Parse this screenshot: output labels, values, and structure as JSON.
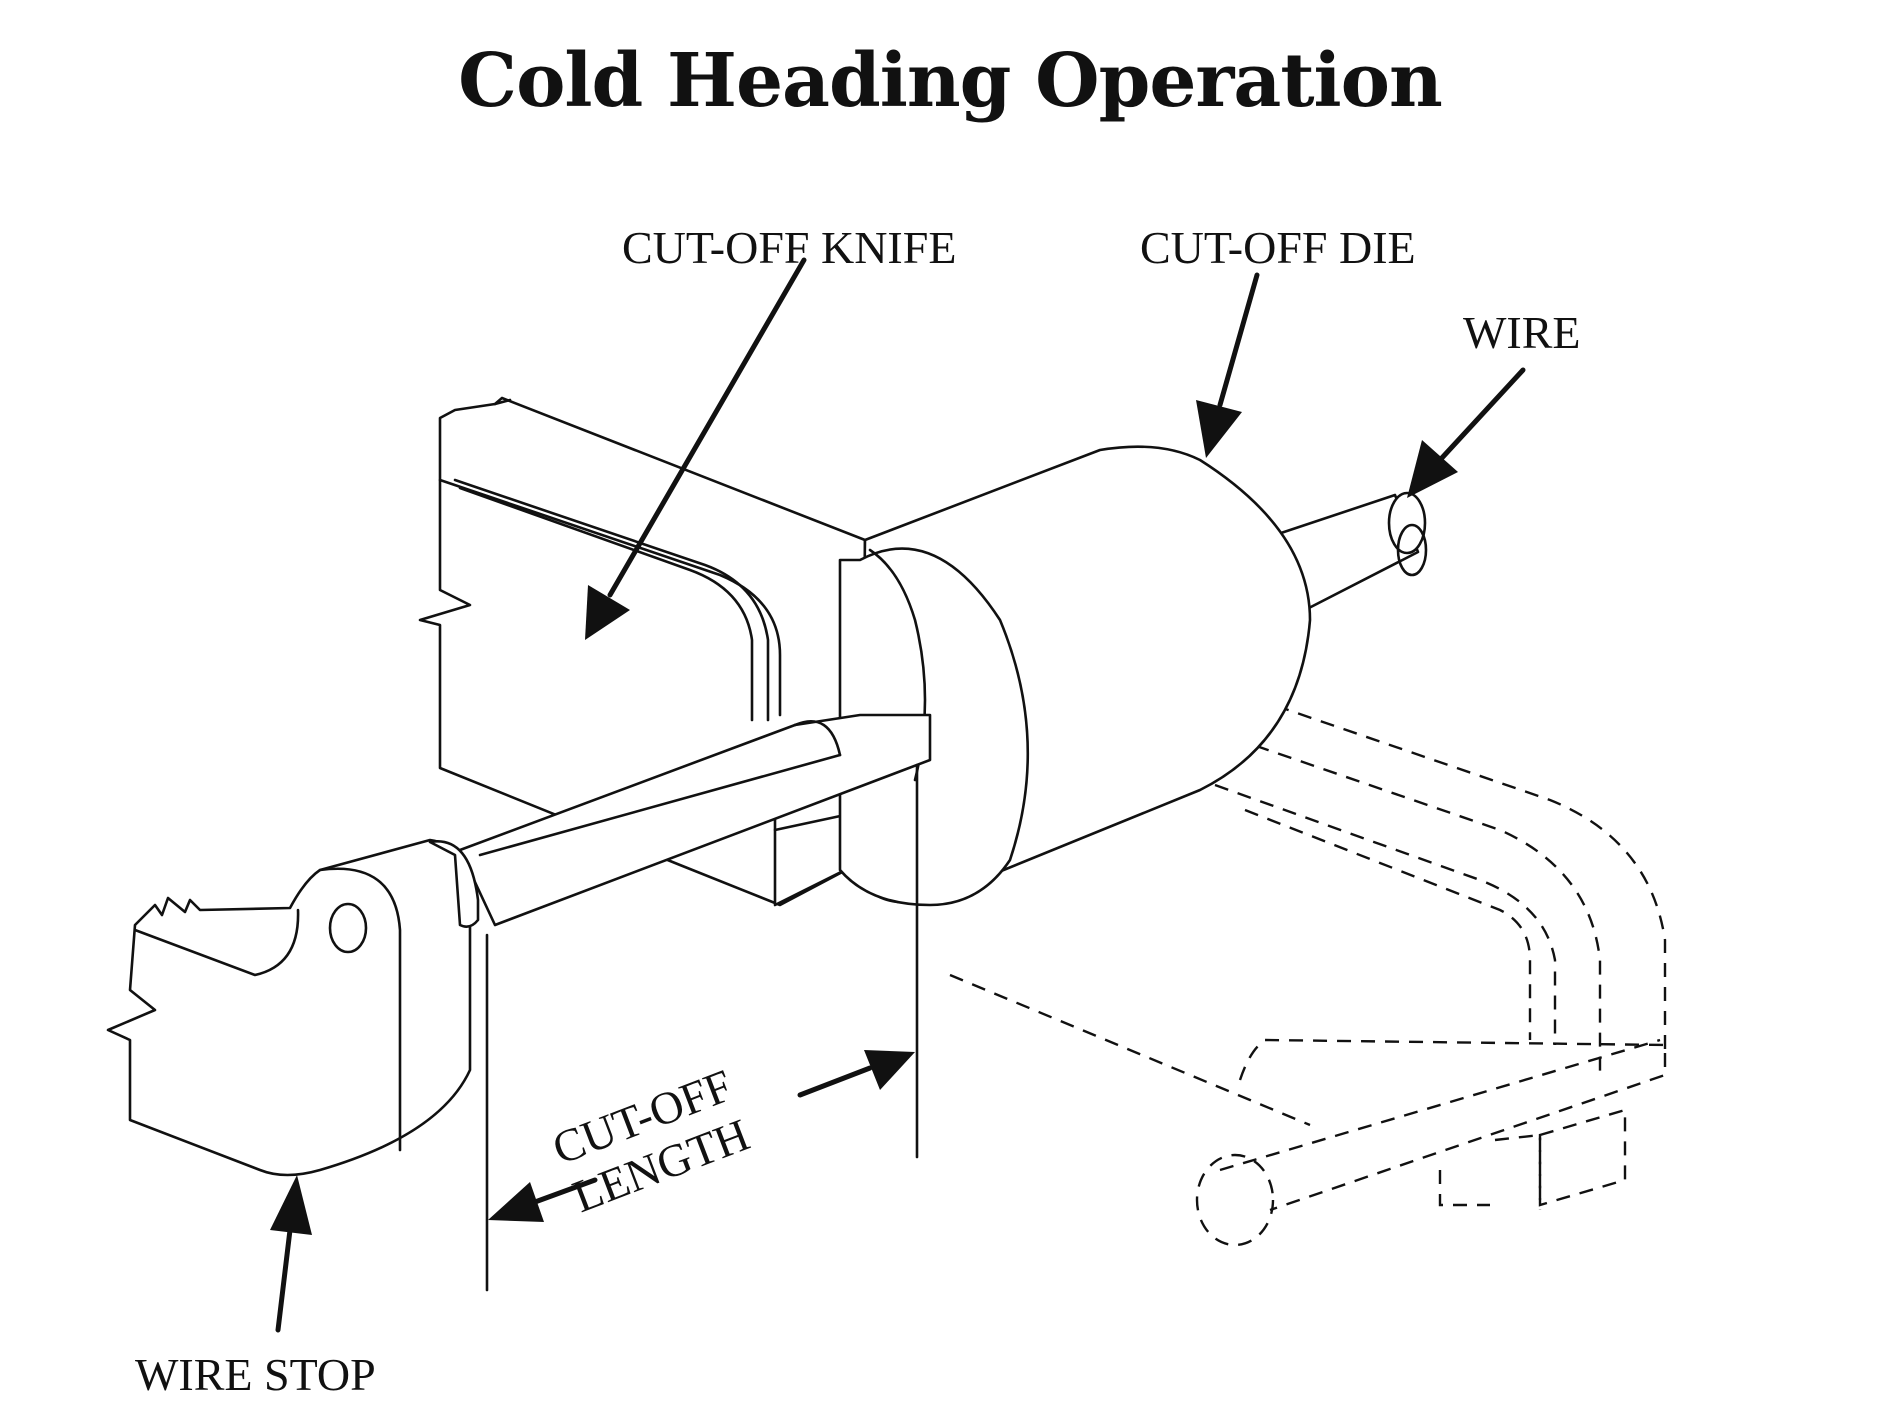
{
  "title": "Cold Heading Operation",
  "labels": {
    "cutoff_knife": "CUT-OFF KNIFE",
    "cutoff_die": "CUT-OFF DIE",
    "wire": "WIRE",
    "wire_stop": "WIRE STOP",
    "cutoff_length_line1": "CUT-OFF",
    "cutoff_length_line2": "LENGTH"
  },
  "colors": {
    "ink": "#111111",
    "background": "#ffffff"
  }
}
